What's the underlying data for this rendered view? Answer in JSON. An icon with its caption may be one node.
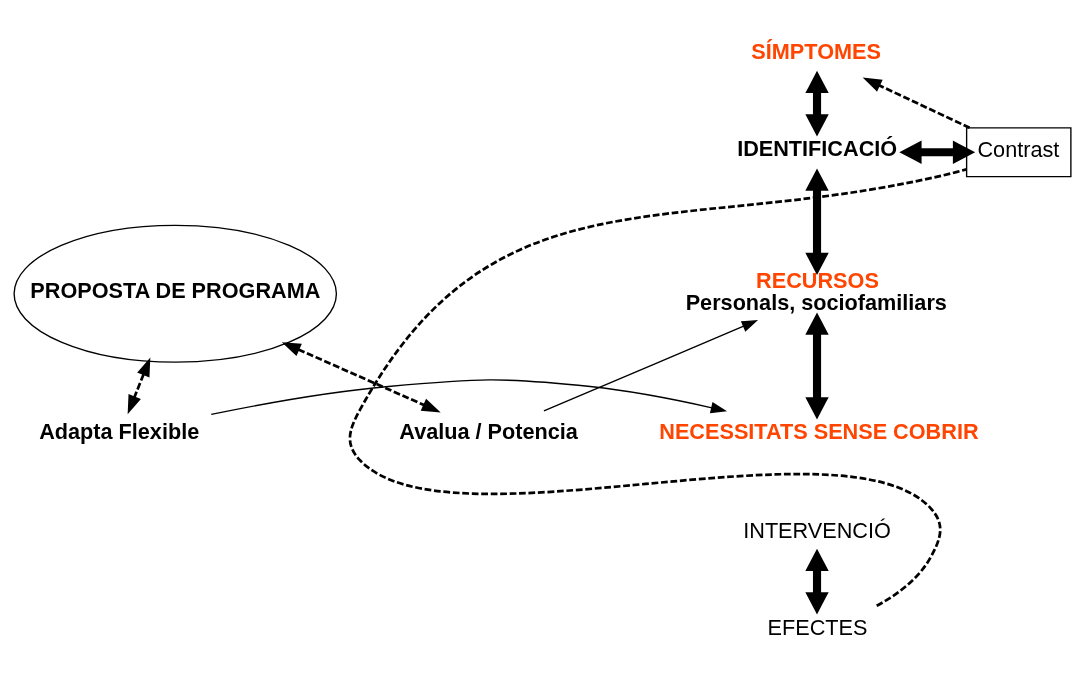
{
  "diagram": {
    "nodes": [
      {
        "text": [
          "SÍMPTOMES"
        ]
      },
      {
        "text": [
          "IDENTIFICACIÓ"
        ]
      },
      {
        "text": [
          "Contrast"
        ]
      },
      {
        "text": [
          "Avalua / Potencia"
        ]
      },
      {
        "text": [
          "RECURSOS",
          "Personals, sociofamiliars"
        ]
      },
      {
        "text": [
          "PROPOSTA DE PROGRAMA"
        ]
      },
      {
        "text": [
          "NECESSITATS SENSE COBRIR"
        ]
      },
      {
        "text": [
          "Adapta Flexible"
        ]
      },
      {
        "text": [
          "INTERVENCIÓ"
        ]
      },
      {
        "text": [
          "EFECTES"
        ]
      }
    ],
    "edges": [
      {
        "from": 0,
        "to": 1,
        "arrow": "both",
        "style": "thick"
      },
      {
        "from": 1,
        "to": 2,
        "arrow": "both",
        "style": "thick"
      },
      {
        "from": 1,
        "to": 4,
        "arrow": "both",
        "style": "thick"
      },
      {
        "from": 4,
        "to": 6,
        "arrow": "both",
        "style": "thick"
      },
      {
        "from": 8,
        "to": 9,
        "arrow": "both",
        "style": "thick"
      },
      {
        "from": 2,
        "to": 0,
        "arrow": "to",
        "style": "dashed"
      },
      {
        "from": 9,
        "to": 2,
        "arrow": "none",
        "style": "dashed"
      },
      {
        "from": 5,
        "to": 3,
        "arrow": "both",
        "style": "dashed"
      },
      {
        "from": 3,
        "to": 4,
        "arrow": "to"
      },
      {
        "from": 5,
        "to": 7,
        "arrow": "both",
        "style": "dashed"
      },
      {
        "from": 7,
        "to": 6,
        "arrow": "to"
      }
    ]
  }
}
